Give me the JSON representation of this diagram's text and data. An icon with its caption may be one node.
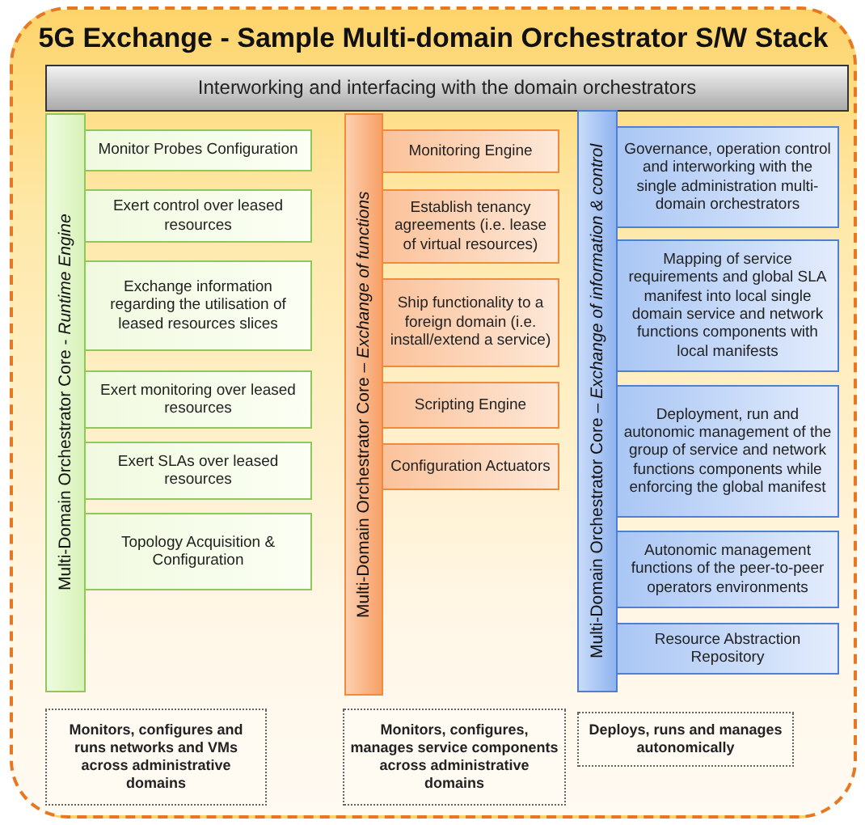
{
  "diagram": {
    "title": "5G Exchange - Sample Multi-domain Orchestrator S/W Stack",
    "nodes": [
      {
        "text": [],
        "shape": "box"
      },
      {
        "text": [
          "Interworking and interfacing with the domain orchestrators"
        ],
        "in": 0
      },
      {
        "text": [
          "Multi-Domain Orchestrator Core - *Runtime Engine*"
        ],
        "in": 0
      },
      {
        "text": [
          "Monitor Probes Configuration"
        ],
        "in": 0
      },
      {
        "text": [
          "Exert control over leased resources"
        ],
        "in": 0
      },
      {
        "text": [
          "Exchange information regarding the utilisation of leased resources slices"
        ],
        "in": 0
      },
      {
        "text": [
          "Exert monitoring over leased resources"
        ],
        "in": 0
      },
      {
        "text": [
          "Exert SLAs over leased resources"
        ],
        "in": 0
      },
      {
        "text": [
          "Topology Acquisition & Configuration"
        ],
        "in": 0
      },
      {
        "text": [
          "Multi-Domain Orchestrator Core – *Exchange of functions*"
        ],
        "in": 0
      },
      {
        "text": [
          "Monitoring Engine"
        ],
        "in": 0
      },
      {
        "text": [
          "Establish tenancy agreements (i.e. lease of virtual resources)"
        ],
        "in": 0
      },
      {
        "text": [
          "Ship functionality to a foreign domain (i.e. install/extend a service)"
        ],
        "in": 0
      },
      {
        "text": [
          "Scripting Engine"
        ],
        "in": 0
      },
      {
        "text": [
          "Configuration Actuators"
        ],
        "in": 0
      },
      {
        "text": [
          "Multi-Domain Orchestrator Core – *Exchange of information & control*"
        ],
        "in": 0
      },
      {
        "text": [
          "Governance, operation control and interworking with the single administration multi-domain orchestrators"
        ],
        "in": 0
      },
      {
        "text": [
          "Mapping of service requirements and global SLA manifest into local single domain service and network functions components with local manifests"
        ],
        "in": 0
      },
      {
        "text": [
          "Deployment, run and autonomic management of the group of service and network functions components while enforcing the global manifest"
        ],
        "in": 0
      },
      {
        "text": [
          "Autonomic management functions of the peer-to-peer operators environments"
        ],
        "in": 0
      },
      {
        "text": [
          "Resource Abstraction Repository"
        ],
        "in": 0
      },
      {
        "text": [
          "Monitors, configures and runs networks and VMs across administrative domains"
        ],
        "in": 0
      },
      {
        "text": [
          "Monitors, configures, manages service components across administrative domains"
        ],
        "in": 0
      },
      {
        "text": [
          "Deploys, runs and manages autonomically"
        ],
        "in": 0
      }
    ],
    "edges": []
  }
}
